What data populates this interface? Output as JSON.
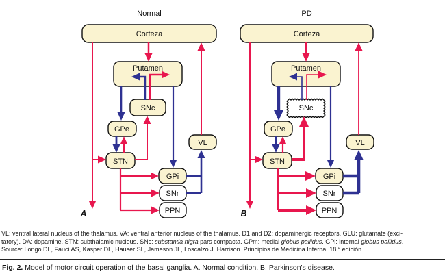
{
  "figure": {
    "panels": [
      {
        "title": "Normal",
        "letter": "A",
        "nodes": {
          "cortex": "Corteza",
          "putamen": "Putamen",
          "snc": "SNc",
          "gpe": "GPe",
          "vl": "VL",
          "stn": "STN",
          "gpi": "GPi",
          "snr": "SNr",
          "ppn": "PPN"
        }
      },
      {
        "title": "PD",
        "letter": "B",
        "nodes": {
          "cortex": "Corteza",
          "putamen": "Putamen",
          "snc": "SNc",
          "gpe": "GPe",
          "vl": "VL",
          "stn": "STN",
          "gpi": "GPi",
          "snr": "SNr",
          "ppn": "PPN"
        }
      }
    ],
    "colors": {
      "excitatory": "#E8174E",
      "inhibitory": "#2E3192",
      "node_fill": "#FAF3D0",
      "node_fill_plain": "#FFFFFF",
      "outline": "#111111"
    }
  },
  "legend": {
    "lines": [
      [
        {
          "t": "VL: ventral lateral nucleus of the thalamus. VA: ventral anterior nucleus of the thalamus. D1 and D2: dopaminergic receptors. GLU: glutamate (exci-"
        }
      ],
      [
        {
          "t": "tatory). DA: dopamine. STN: subthalamic nucleus. SNc: "
        },
        {
          "t": "substantia nigra",
          "i": true
        },
        {
          "t": " pars compacta. GPm: medial "
        },
        {
          "t": "globus pallidus",
          "i": true
        },
        {
          "t": ". GPi: internal "
        },
        {
          "t": "globus pallidus",
          "i": true
        },
        {
          "t": "."
        }
      ],
      [
        {
          "t": "Source: Longo DL, Fauci AS, Kasper DL, Hauser SL, Jameson JL, Loscalzo J. Harrison. Principios de Medicina Interna. 18.ª edición."
        }
      ]
    ]
  },
  "caption": {
    "segments": [
      {
        "t": "Fig. 2.",
        "b": true
      },
      {
        "t": " Model of motor circuit operation of the basal ganglia. A. Normal condition. B. Parkinson's disease."
      }
    ]
  }
}
